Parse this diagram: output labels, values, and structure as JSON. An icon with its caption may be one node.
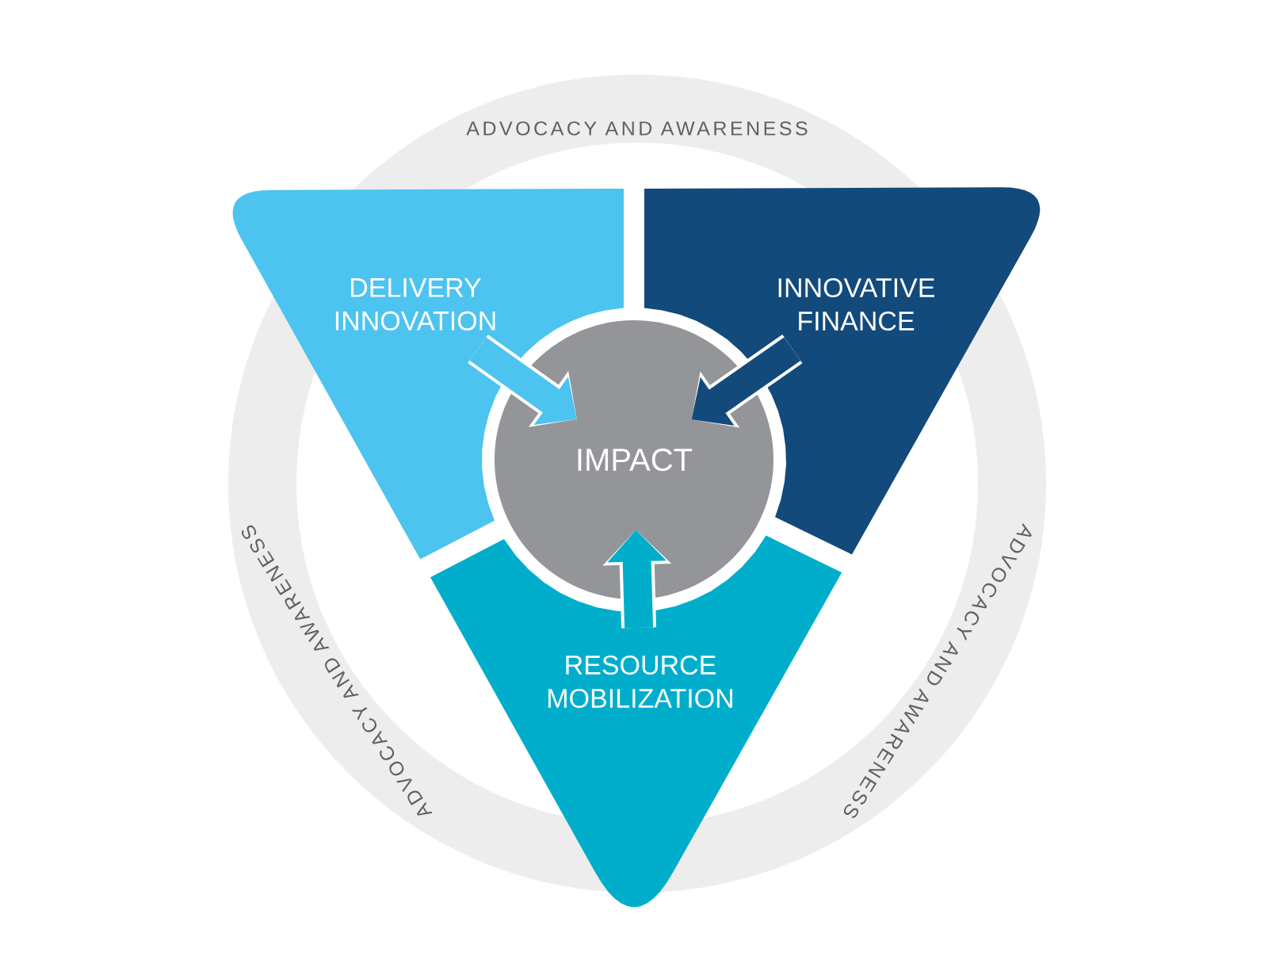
{
  "diagram": {
    "nodes": [
      {
        "text": [
          "DELIVERY INNOVATION"
        ]
      },
      {
        "text": [
          "INNOVATIVE FINANCE"
        ]
      },
      {
        "text": [
          "RESOURCE MOBILIZATION"
        ]
      },
      {
        "text": [
          "IMPACT"
        ]
      }
    ],
    "edges": [
      {
        "from": 0,
        "to": 3,
        "arrow": "to",
        "color": "#4dc3f0"
      },
      {
        "from": 1,
        "to": 3,
        "arrow": "to",
        "color": "#134a7c"
      },
      {
        "from": 2,
        "to": 3,
        "arrow": "to",
        "color": "#00aecb"
      }
    ],
    "labels": [
      "ADVOCACY AND AWARENESS",
      "ADVOCACY AND AWARENESS",
      "ADVOCACY AND AWARENESS"
    ]
  }
}
